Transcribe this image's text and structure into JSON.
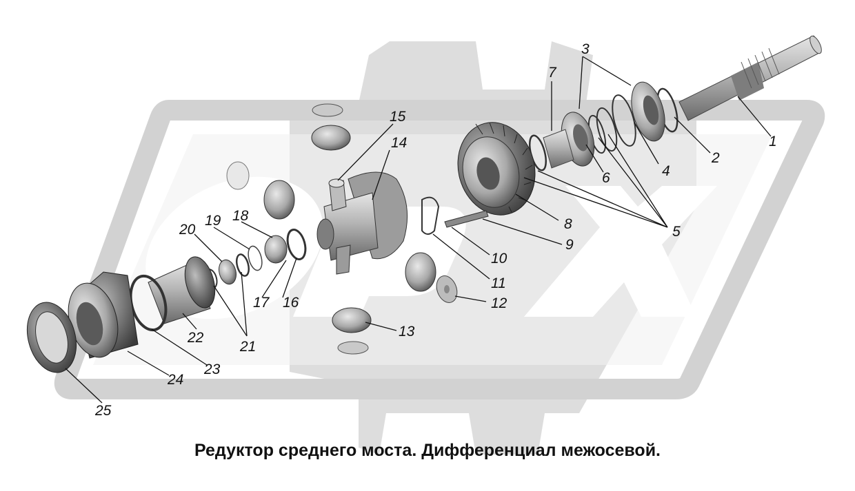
{
  "caption": "Редуктор среднего моста. Дифференциал межосевой.",
  "colors": {
    "watermark": "#d4d4d4",
    "part_dark": "#6e6e6e",
    "part_mid": "#9a9a9a",
    "part_light": "#c8c8c8",
    "ink": "#111111"
  },
  "callouts": [
    {
      "n": "1"
    },
    {
      "n": "2"
    },
    {
      "n": "3"
    },
    {
      "n": "4"
    },
    {
      "n": "5"
    },
    {
      "n": "6"
    },
    {
      "n": "7"
    },
    {
      "n": "8"
    },
    {
      "n": "9"
    },
    {
      "n": "10"
    },
    {
      "n": "11"
    },
    {
      "n": "12"
    },
    {
      "n": "13"
    },
    {
      "n": "14"
    },
    {
      "n": "15"
    },
    {
      "n": "16"
    },
    {
      "n": "17"
    },
    {
      "n": "18"
    },
    {
      "n": "19"
    },
    {
      "n": "20"
    },
    {
      "n": "21"
    },
    {
      "n": "22"
    },
    {
      "n": "23"
    },
    {
      "n": "24"
    },
    {
      "n": "25"
    }
  ]
}
